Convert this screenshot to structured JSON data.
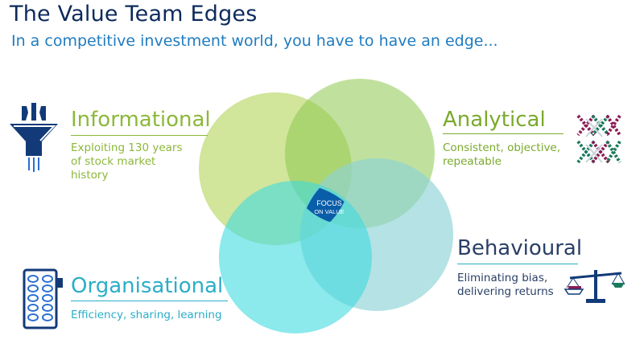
{
  "header": {
    "title": "The Value Team Edges",
    "subtitle": "In a competitive investment world, you have to have an edge..."
  },
  "center": {
    "line1": "FOCUS",
    "line2": "ON VALUE"
  },
  "edges": {
    "informational": {
      "heading": "Informational",
      "desc_lines": [
        "Exploiting 130 years",
        "of stock market",
        "history"
      ],
      "color": "#8cb83a",
      "icon": "funnel-icon"
    },
    "analytical": {
      "heading": "Analytical",
      "desc_lines": [
        "Consistent, objective,",
        "repeatable"
      ],
      "color": "#7aaa2c",
      "icon": "dna-helix-icon"
    },
    "behavioural": {
      "heading": "Behavioural",
      "desc_lines": [
        "Eliminating bias,",
        "delivering returns"
      ],
      "color": "#2a3f66",
      "icon": "balance-scale-icon"
    },
    "organisational": {
      "heading": "Organisational",
      "desc_lines": [
        "Efficiency, sharing, learning"
      ],
      "color": "#2aaec8",
      "icon": "filing-grid-icon"
    }
  },
  "colors": {
    "title": "#0d2a5c",
    "subtitle": "#1f7cc0",
    "circle_informational": "#c9e18a",
    "circle_analytical": "#8cc84e",
    "circle_behavioural": "#8dd3d6",
    "circle_organisational": "#3fdbe0",
    "center_shape": "#0a5da8"
  }
}
